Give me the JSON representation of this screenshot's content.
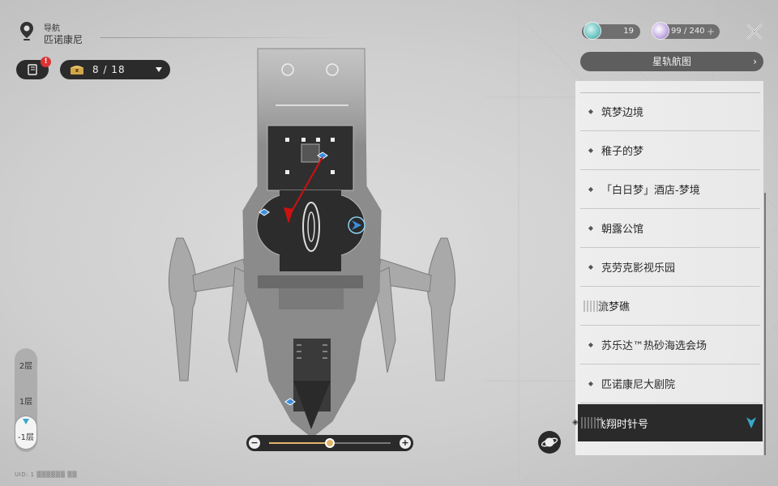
{
  "nav": {
    "label": "导航",
    "location": "匹诺康尼"
  },
  "notification_badge": "!",
  "chests": {
    "count": "8 / 18"
  },
  "resources": {
    "r1": {
      "value": "19"
    },
    "r2": {
      "value": "99 / 240",
      "plus": "+"
    }
  },
  "starmap_button": {
    "label": "星轨航图",
    "chevron": "›"
  },
  "locations": [
    {
      "label": "筑梦边境",
      "marker": "dot"
    },
    {
      "label": "稚子的梦",
      "marker": "dot"
    },
    {
      "label": "「白日梦」酒店-梦境",
      "marker": "dot"
    },
    {
      "label": "朝露公馆",
      "marker": "dot"
    },
    {
      "label": "克劳克影视乐园",
      "marker": "dot"
    },
    {
      "label": "流梦礁",
      "marker": "bars"
    },
    {
      "label": "苏乐达™热砂海选会场",
      "marker": "dot"
    },
    {
      "label": "匹诺康尼大剧院",
      "marker": "dot"
    },
    {
      "label": "飞翔时针号",
      "marker": "bars",
      "selected": true
    }
  ],
  "floors": {
    "f2": "2层",
    "f1": "1层",
    "fb1": "-1层",
    "active": "-1层"
  },
  "zoom": {
    "level": 0.5,
    "minus": "−",
    "plus": "+"
  },
  "uid": "UID: 1 ▒▒▒▒▒▒ ▒▒",
  "colors": {
    "accent": "#e2b46a",
    "player_arrow": "#cc1111",
    "teleport": "#3a8fe0",
    "selected_bg": "#2a2a2a"
  },
  "icons": {
    "nav": "location-pin-icon",
    "book": "quest-book-icon",
    "chest": "treasure-chest-icon",
    "close": "close-icon",
    "planet": "planet-icon",
    "teleport": "space-anchor-icon"
  }
}
